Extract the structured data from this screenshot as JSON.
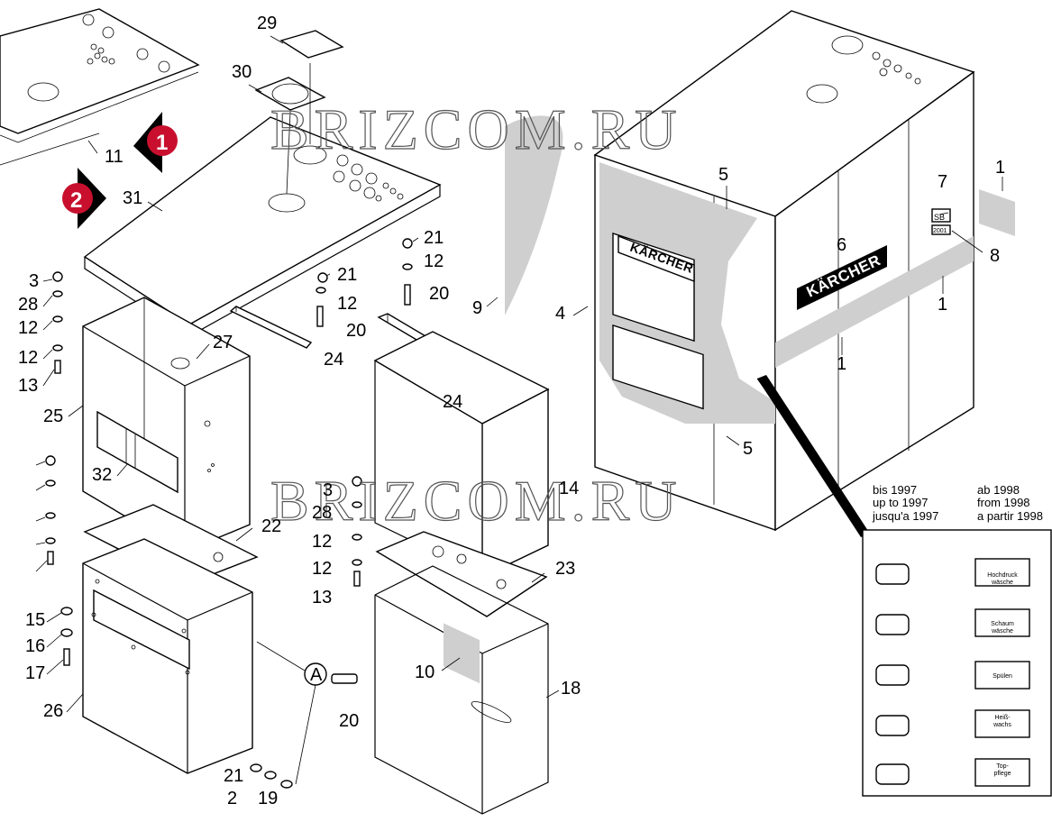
{
  "watermark": "BRIZCOM.RU",
  "brand": "KÄRCHER",
  "callout_a": "A",
  "badges": {
    "one": "1",
    "two": "2"
  },
  "decal_labels": {
    "sb": "SB",
    "year": "2001"
  },
  "legend": {
    "left": {
      "line1": "bis 1997",
      "line2": "up to 1997",
      "line3": "jusqu'a 1997"
    },
    "right": {
      "line1": "ab 1998",
      "line2": "from 1998",
      "line3": "a partir 1998"
    }
  },
  "programs": [
    {
      "line1": "Hochdruck",
      "line2": "wäsche"
    },
    {
      "line1": "Schaum",
      "line2": "wäsche"
    },
    {
      "line1": "Spülen",
      "line2": ""
    },
    {
      "line1": "Heiß-",
      "line2": "wachs"
    },
    {
      "line1": "Top-",
      "line2": "pflege"
    }
  ],
  "part_labels": [
    "29",
    "30",
    "11",
    "31",
    "1",
    "5",
    "7",
    "8",
    "6",
    "9",
    "4",
    "1",
    "1",
    "21",
    "12",
    "20",
    "21",
    "12",
    "20",
    "24",
    "3",
    "28",
    "12",
    "12",
    "13",
    "27",
    "25",
    "24",
    "32",
    "5",
    "14",
    "3",
    "28",
    "12",
    "12",
    "13",
    "23",
    "22",
    "10",
    "18",
    "15",
    "16",
    "17",
    "26",
    "20",
    "21",
    "2",
    "19"
  ]
}
